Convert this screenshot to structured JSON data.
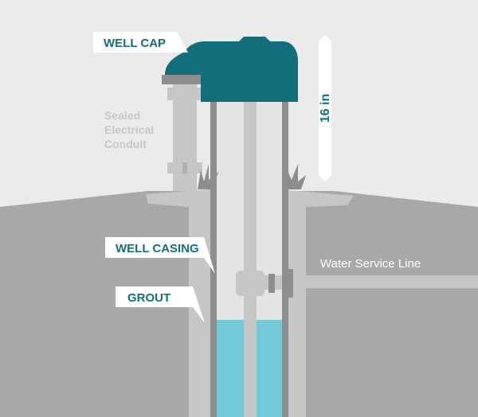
{
  "labels": {
    "well_cap": "WELL CAP",
    "conduit": [
      "Sealed",
      "Electrical",
      "Conduit"
    ],
    "height": "16 in",
    "well_casing": "WELL CASING",
    "grout": "GROUT",
    "service_line": "Water Service Line"
  },
  "colors": {
    "background": "#ebebeb",
    "ground": "#a8a8a8",
    "grout": "#c6c6c6",
    "casing": "#8e8e8e",
    "well_interior": "#e4e4e4",
    "water": "#72c9d9",
    "cap": "#136e7c",
    "accent_text": "#136e7c",
    "light_text": "#c8c8c8"
  }
}
